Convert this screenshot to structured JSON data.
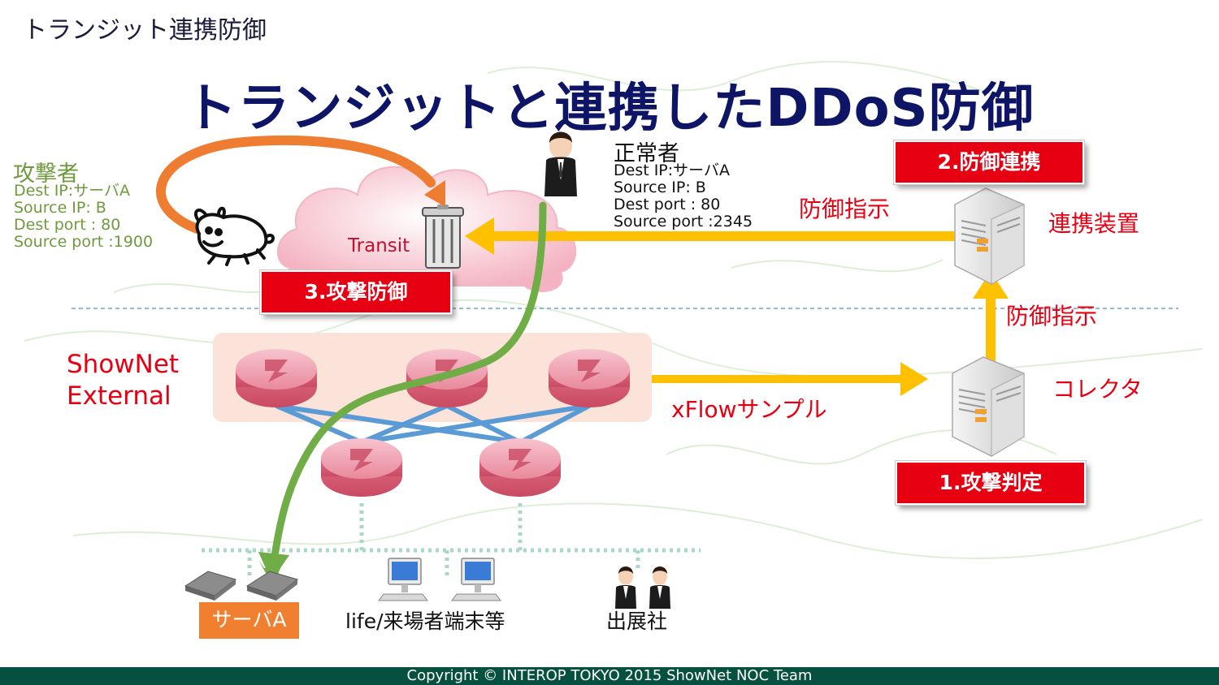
{
  "header": {
    "title": "トランジット連携防御"
  },
  "slide_title": "トランジットと連携したDDoS防御",
  "attacker": {
    "label": "攻撃者",
    "dest_ip": "Dest IP:サーバA",
    "source_ip": "Source IP: B",
    "dest_port": "Dest port : 80",
    "source_port": "Source port :1900"
  },
  "normal_user": {
    "label": "正常者",
    "dest_ip": "Dest IP:サーバA",
    "source_ip": "Source IP: B",
    "dest_port": "Dest port : 80",
    "source_port": "Source port :2345"
  },
  "transit_label": "Transit",
  "steps": {
    "step1": "1.攻撃判定",
    "step2": "2.防御連携",
    "step3": "3.攻撃防御"
  },
  "devices": {
    "coordinator": "連携装置",
    "collector": "コレクタ"
  },
  "flows": {
    "defense_instruction_1": "防御指示",
    "defense_instruction_2": "防御指示",
    "xflow_sample": "xFlowサンプル"
  },
  "network_label_line1": "ShowNet",
  "network_label_line2": "External",
  "endpoints": {
    "server_a": "サーバA",
    "terminals": "life/来場者端末等",
    "exhibitors": "出展社"
  },
  "footer": "Copyright © INTEROP TOKYO 2015 ShowNet NOC Team",
  "colors": {
    "title_navy": "#0f1566",
    "step_red": "#e60012",
    "attack_orange": "#ee7d31",
    "normal_green": "#70ad47",
    "instruction_yellow": "#ffc000",
    "link_blue": "#5b9bd5",
    "footer_green": "#06503f"
  }
}
